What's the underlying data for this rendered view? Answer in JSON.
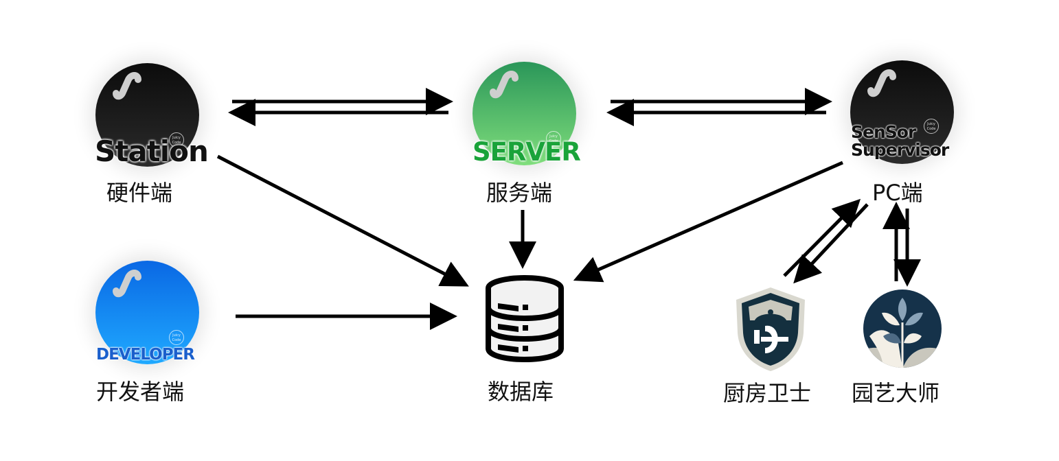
{
  "diagram": {
    "nodes": {
      "station": {
        "wordmark": "Station",
        "label": "硬件端",
        "badge": "Juicy Code",
        "logo_colors": [
          "#0e0e0e",
          "#2a2a2a"
        ],
        "wordmark_color": "#111111"
      },
      "server": {
        "wordmark": "SERVER",
        "label": "服务端",
        "badge": "Juicy Code",
        "logo_colors": [
          "#2a9a5a",
          "#7fdc7a"
        ],
        "wordmark_color": "#1aa33a"
      },
      "pc": {
        "wordmark_line1": "SenSor",
        "wordmark_line2": "Supervisor",
        "label": "PC端",
        "badge": "Juicy Code",
        "logo_colors": [
          "#0e0e0e",
          "#2a2a2a"
        ],
        "wordmark_color": "#111111"
      },
      "developer": {
        "wordmark": "DEVELOPER",
        "label": "开发者端",
        "badge": "Juicy Code",
        "logo_colors": [
          "#0a6ae6",
          "#1ea8ff"
        ],
        "wordmark_color": "#1a5fcc"
      },
      "database": {
        "label": "数据库",
        "icon": "database-icon"
      },
      "kitchen_guard": {
        "label": "厨房卫士",
        "icon": "shield-icon"
      },
      "garden_master": {
        "label": "园艺大师",
        "icon": "plant-hand-icon"
      }
    },
    "edges": [
      {
        "from": "硬件端",
        "to": "服务端"
      },
      {
        "from": "服务端",
        "to": "硬件端"
      },
      {
        "from": "服务端",
        "to": "PC端"
      },
      {
        "from": "PC端",
        "to": "服务端"
      },
      {
        "from": "硬件端",
        "to": "数据库"
      },
      {
        "from": "服务端",
        "to": "数据库"
      },
      {
        "from": "PC端",
        "to": "数据库"
      },
      {
        "from": "开发者端",
        "to": "数据库"
      },
      {
        "from": "厨房卫士",
        "to": "PC端"
      },
      {
        "from": "PC端",
        "to": "厨房卫士"
      },
      {
        "from": "园艺大师",
        "to": "PC端"
      },
      {
        "from": "PC端",
        "to": "园艺大师"
      }
    ]
  }
}
